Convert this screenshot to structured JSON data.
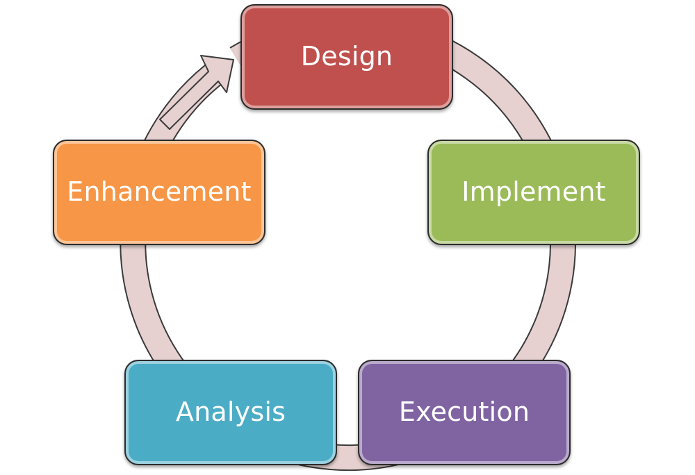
{
  "diagram": {
    "type": "cycle",
    "stages": [
      {
        "id": "design",
        "label": "Design",
        "color": "#c0504d"
      },
      {
        "id": "implement",
        "label": "Implement",
        "color": "#9bbb59"
      },
      {
        "id": "execution",
        "label": "Execution",
        "color": "#8064a2"
      },
      {
        "id": "analysis",
        "label": "Analysis",
        "color": "#4bacc6"
      },
      {
        "id": "enhancement",
        "label": "Enhancement",
        "color": "#f79646"
      }
    ],
    "arrow_color": "#e6d0d0",
    "arrow_outline": "#3a3a3a"
  }
}
